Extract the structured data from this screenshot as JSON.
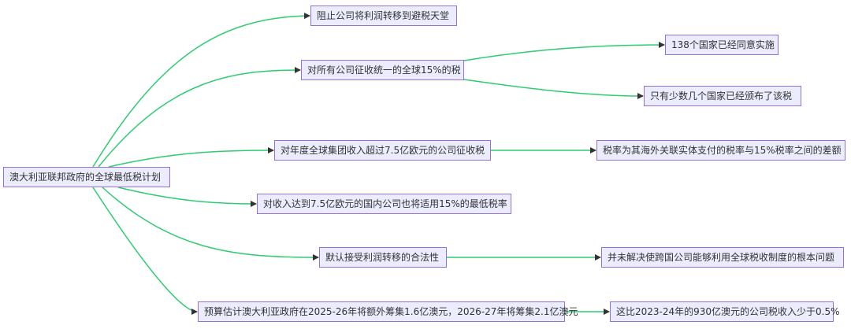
{
  "colors": {
    "node_fill": "#ececff",
    "node_border": "#9370db",
    "edge": "#2ecc71",
    "arrow": "#333333",
    "text": "#333333"
  },
  "nodes": {
    "root": "澳大利亚联邦政府的全球最低税计划",
    "n1": "阻止公司将利润转移到避税天堂",
    "n2": "对所有公司征收统一的全球15%的税",
    "n2a": "138个国家已经同意实施",
    "n2b": "只有少数几个国家已经颁布了该税",
    "n3": "对年度全球集团收入超过7.5亿欧元的公司征收税",
    "n3a": "税率为其海外关联实体支付的税率与15%税率之间的差额",
    "n4": "对收入达到7.5亿欧元的国内公司也将适用15%的最低税率",
    "n5": "默认接受利润转移的合法性",
    "n5a": "并未解决使跨国公司能够利用全球税收制度的根本问题",
    "n6": "预算估计澳大利亚政府在2025-26年将额外筹集1.6亿澳元，2026-27年将筹集2.1亿澳元",
    "n6a": "这比2023-24年的930亿澳元的公司税收入少于0.5%"
  }
}
